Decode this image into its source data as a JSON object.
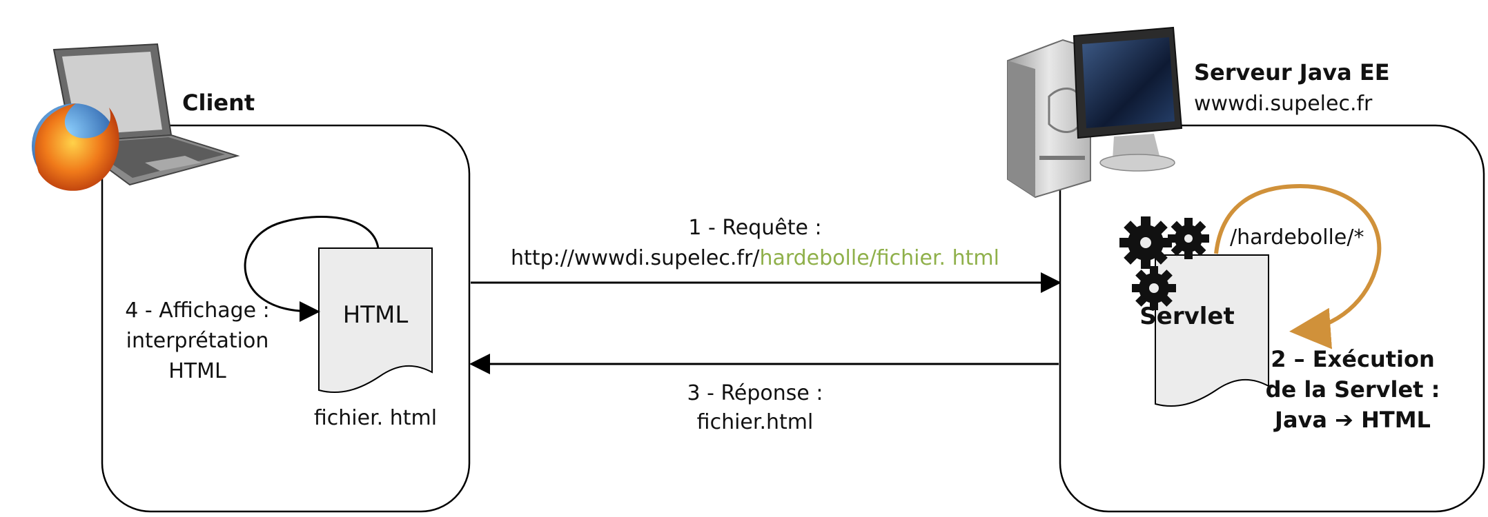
{
  "client": {
    "title": "Client",
    "document_label": "HTML",
    "file_caption": "fichier. html",
    "step4": {
      "line1": "4 - Affichage :",
      "line2": "interprétation",
      "line3": "HTML"
    }
  },
  "server": {
    "title": "Serveur Java EE",
    "host": "wwwdi.supelec.fr",
    "servlet_label": "Servlet",
    "mapping": "/hardebolle/*",
    "step2": {
      "line1": "2 – Exécution",
      "line2": "de la Servlet :",
      "line3": "Java ➔ HTML"
    }
  },
  "request": {
    "title": "1 - Requête :",
    "url_base": "http://wwwdi.supelec.fr/",
    "url_path": "hardebolle/fichier. html"
  },
  "response": {
    "title": "3 - Réponse :",
    "file": "fichier.html"
  },
  "icons": {
    "client": [
      "laptop-icon",
      "firefox-icon"
    ],
    "server": [
      "server-tower-icon",
      "monitor-icon",
      "gears-icon"
    ]
  },
  "colors": {
    "line": "#000000",
    "paper": "#ececec",
    "url_path": "#8fb04a",
    "servlet": "#d0913a",
    "mapping": "#8fb04a"
  }
}
